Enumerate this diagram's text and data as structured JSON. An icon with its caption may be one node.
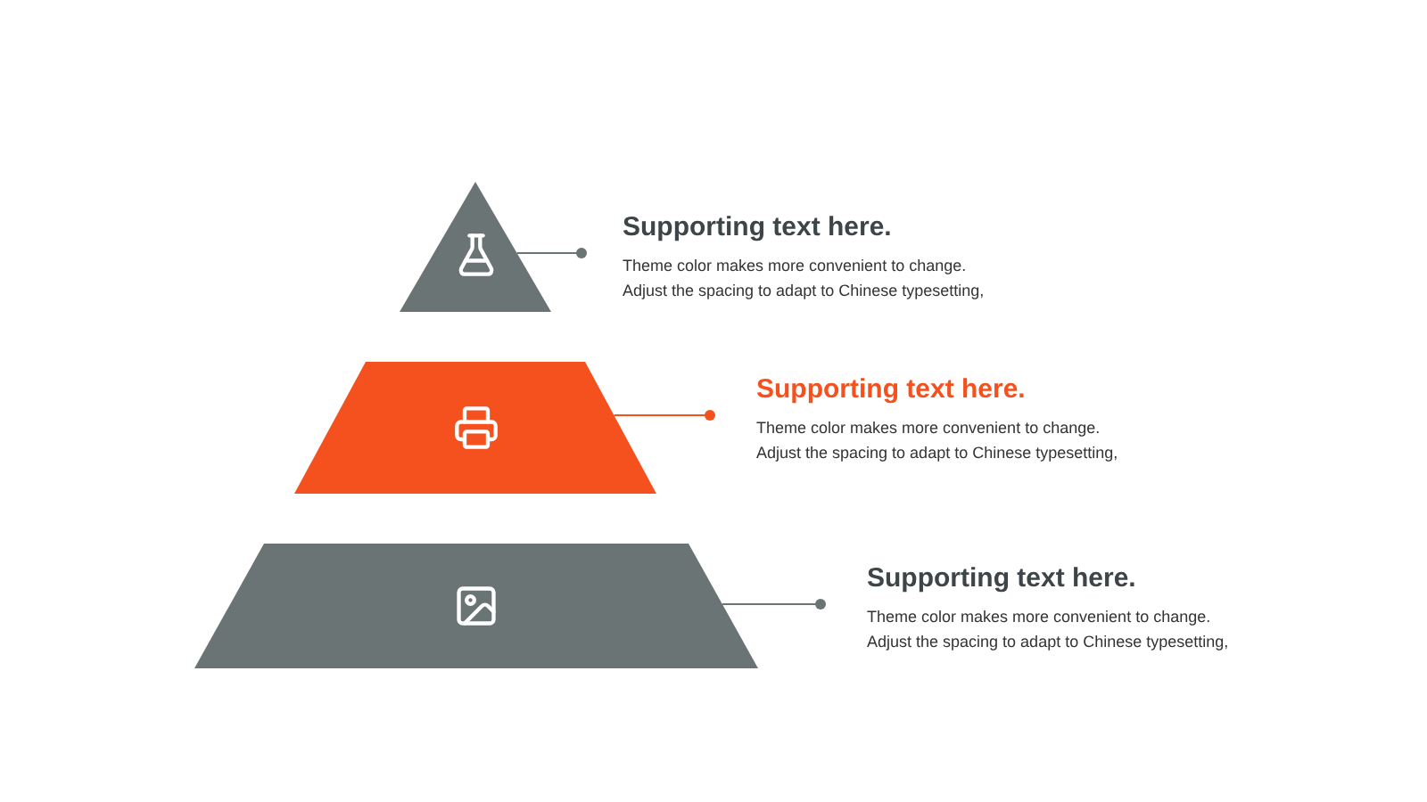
{
  "diagram": {
    "nodes": [
      {
        "text": [],
        "shape": "triangle"
      },
      {
        "text": [
          "Supporting text here.",
          "Theme color makes more convenient to change. Adjust the spacing to adapt to Chinese typesetting,"
        ]
      },
      {
        "text": [],
        "shape": "trapezoid"
      },
      {
        "text": [
          "Supporting text here.",
          "Theme color makes more convenient to change. Adjust the spacing to adapt to Chinese typesetting,"
        ]
      },
      {
        "text": [],
        "shape": "trapezoid"
      },
      {
        "text": [
          "Supporting text here.",
          "Theme color makes more convenient to change. Adjust the spacing to adapt to Chinese typesetting,"
        ]
      }
    ],
    "edges": [
      {
        "from": 1,
        "to": 0,
        "arrow": "other"
      },
      {
        "from": 3,
        "to": 2,
        "arrow": "other",
        "color": "#f4511e"
      },
      {
        "from": 5,
        "to": 4,
        "arrow": "other"
      }
    ]
  }
}
